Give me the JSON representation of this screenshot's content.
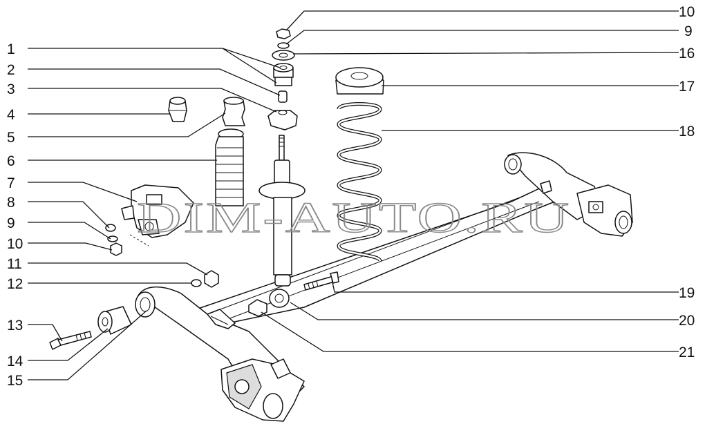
{
  "watermark": "DIM-AUTO.RU",
  "labels": {
    "l1": "1",
    "l2": "2",
    "l3": "3",
    "l4": "4",
    "l5": "5",
    "l6": "6",
    "l7": "7",
    "l8": "8",
    "l9": "9",
    "l10": "10",
    "l11": "11",
    "l12": "12",
    "l13": "13",
    "l14": "14",
    "l15": "15",
    "r10": "10",
    "r9": "9",
    "r16": "16",
    "r17": "17",
    "r18": "18",
    "r19": "19",
    "r20": "20",
    "r21": "21"
  }
}
